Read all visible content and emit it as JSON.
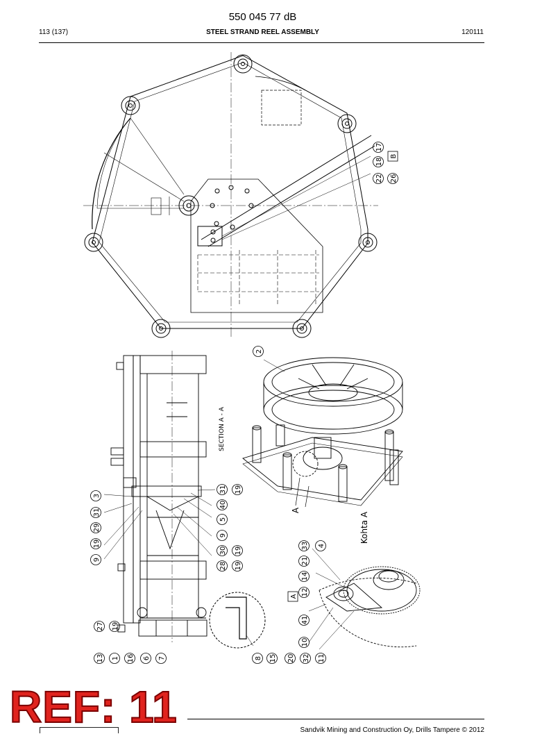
{
  "header": {
    "doc_number": "550 045 77 dB",
    "page": "113 (137)",
    "title": "STEEL STRAND REEL ASSEMBLY",
    "code": "120111"
  },
  "drawing": {
    "section_label": "SECTION A - A",
    "kohta_label": "Kohta A",
    "view_letter_a": "A",
    "view_letter_a2": "A",
    "view_letter_b": "B",
    "callouts_top": [
      "17",
      "18",
      "22",
      "26"
    ],
    "callouts_left": [
      "3",
      "31",
      "29",
      "19",
      "9",
      "27",
      "19",
      "13",
      "1",
      "16",
      "6",
      "7"
    ],
    "callouts_mid": [
      "19",
      "31",
      "40",
      "5",
      "9",
      "19",
      "30",
      "28",
      "19",
      "8",
      "15"
    ],
    "callouts_detail": [
      "4",
      "33",
      "21",
      "14",
      "12",
      "41",
      "10",
      "20",
      "32",
      "11"
    ],
    "callout_2": "2"
  },
  "footer": {
    "copyright": "Sandvik Mining and Construction Oy, Drills Tampere © 2012"
  },
  "stamp": {
    "ref": "REF: 11"
  }
}
